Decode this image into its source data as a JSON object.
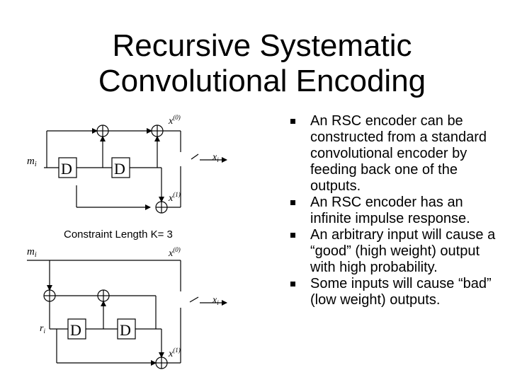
{
  "slide": {
    "title_line1": "Recursive Systematic",
    "title_line2": "Convolutional Encoding"
  },
  "diagram": {
    "delay_label": "D",
    "input_label": "m",
    "feedback_label": "r",
    "index_sub": "i",
    "switch_output_label": "x",
    "x0_sup": "(0)",
    "x1_sup": "(1)",
    "constraint_caption": "Constraint Length K= 3"
  },
  "bullets": [
    "An RSC encoder can be constructed from a standard convolutional encoder by feeding back one of the outputs.",
    "An RSC encoder has an infinite impulse response.",
    "An arbitrary input will cause a “good” (high weight) output with high probability.",
    "Some inputs will cause “bad” (low weight) outputs."
  ]
}
